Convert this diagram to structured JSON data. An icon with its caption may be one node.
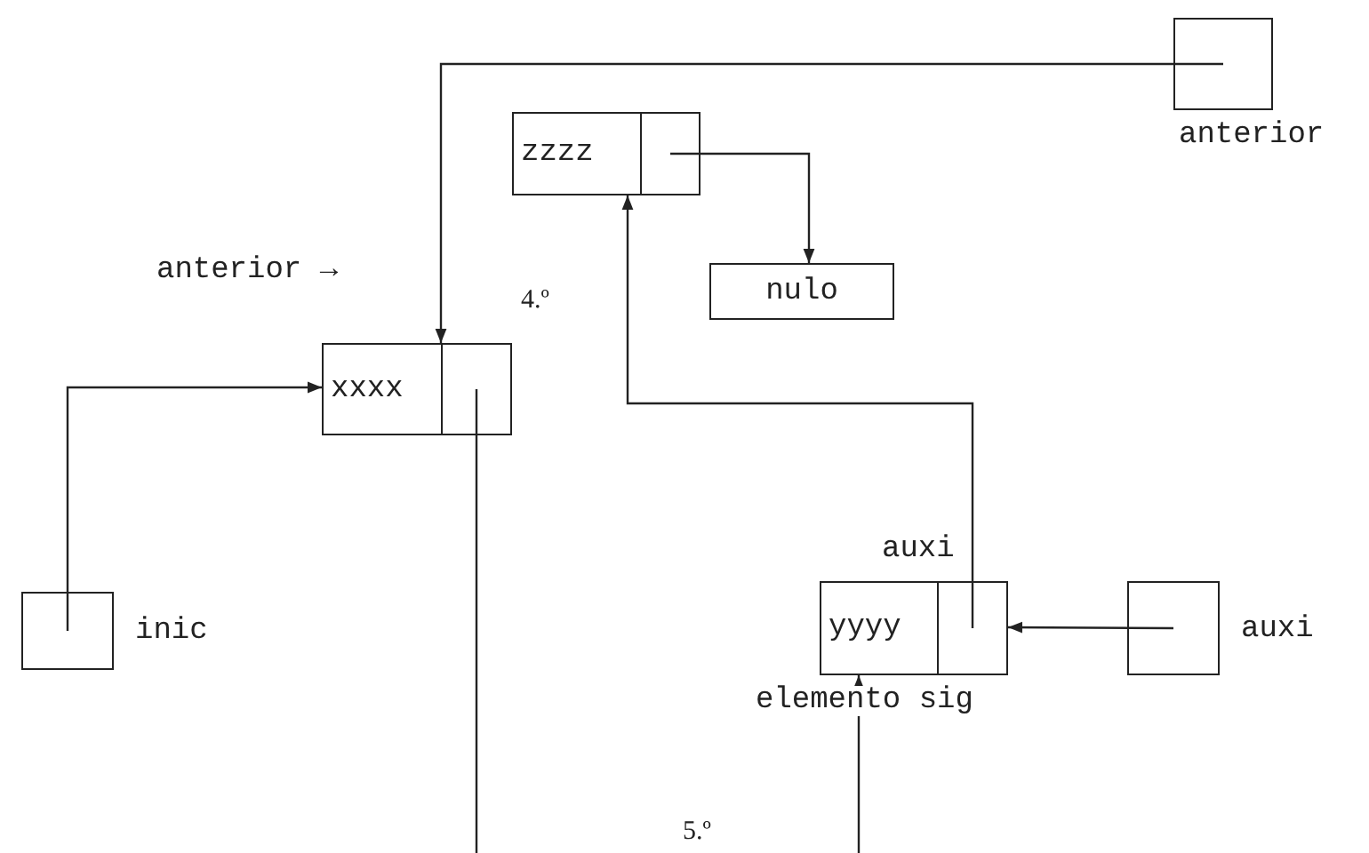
{
  "diagram": {
    "nodes": [
      {
        "text": [],
        "shape": "box",
        "beside": [
          "anterior"
        ]
      },
      {
        "text": [
          "zzzz"
        ]
      },
      {
        "text": [
          "nulo"
        ]
      },
      {
        "text": [
          "xxxx"
        ]
      },
      {
        "text": [],
        "shape": "box",
        "beside": [
          "inic"
        ]
      },
      {
        "text": [
          "yyyy"
        ]
      },
      {
        "text": [],
        "shape": "box",
        "beside": [
          "auxi"
        ]
      }
    ],
    "edges": [
      {
        "from": 0,
        "to": 3,
        "arrow": "to"
      },
      {
        "from": 1,
        "to": 2,
        "arrow": "to"
      },
      {
        "from": 4,
        "to": 3,
        "arrow": "to"
      },
      {
        "from": 6,
        "to": 5,
        "arrow": "to"
      },
      {
        "from": 5,
        "to": 1,
        "arrow": "to"
      },
      {
        "from": 3,
        "to": null,
        "arrow": "none"
      },
      {
        "from": null,
        "to": 5,
        "arrow": "to"
      }
    ],
    "labels": [
      "anterior →",
      "4.º",
      "auxi",
      "elemento sig",
      "5.º"
    ]
  }
}
